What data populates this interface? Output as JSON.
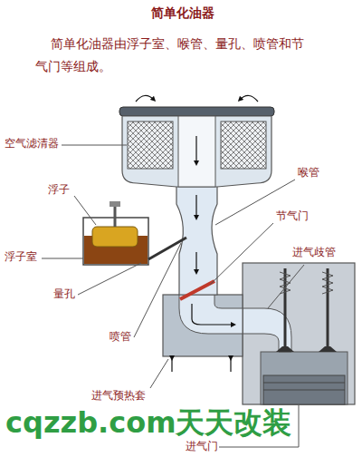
{
  "diagram": {
    "title": "简单化油器",
    "labels": [
      "简单化油器由浮子室、喉管、量孔、喷管和节气门等组成。",
      "空气滤清器",
      "喉管",
      "浮子",
      "节气门",
      "进气歧管",
      "浮子室",
      "量孔",
      "喷管",
      "进气预热套",
      "进气门",
      "cqzzb.com天天改装"
    ]
  }
}
